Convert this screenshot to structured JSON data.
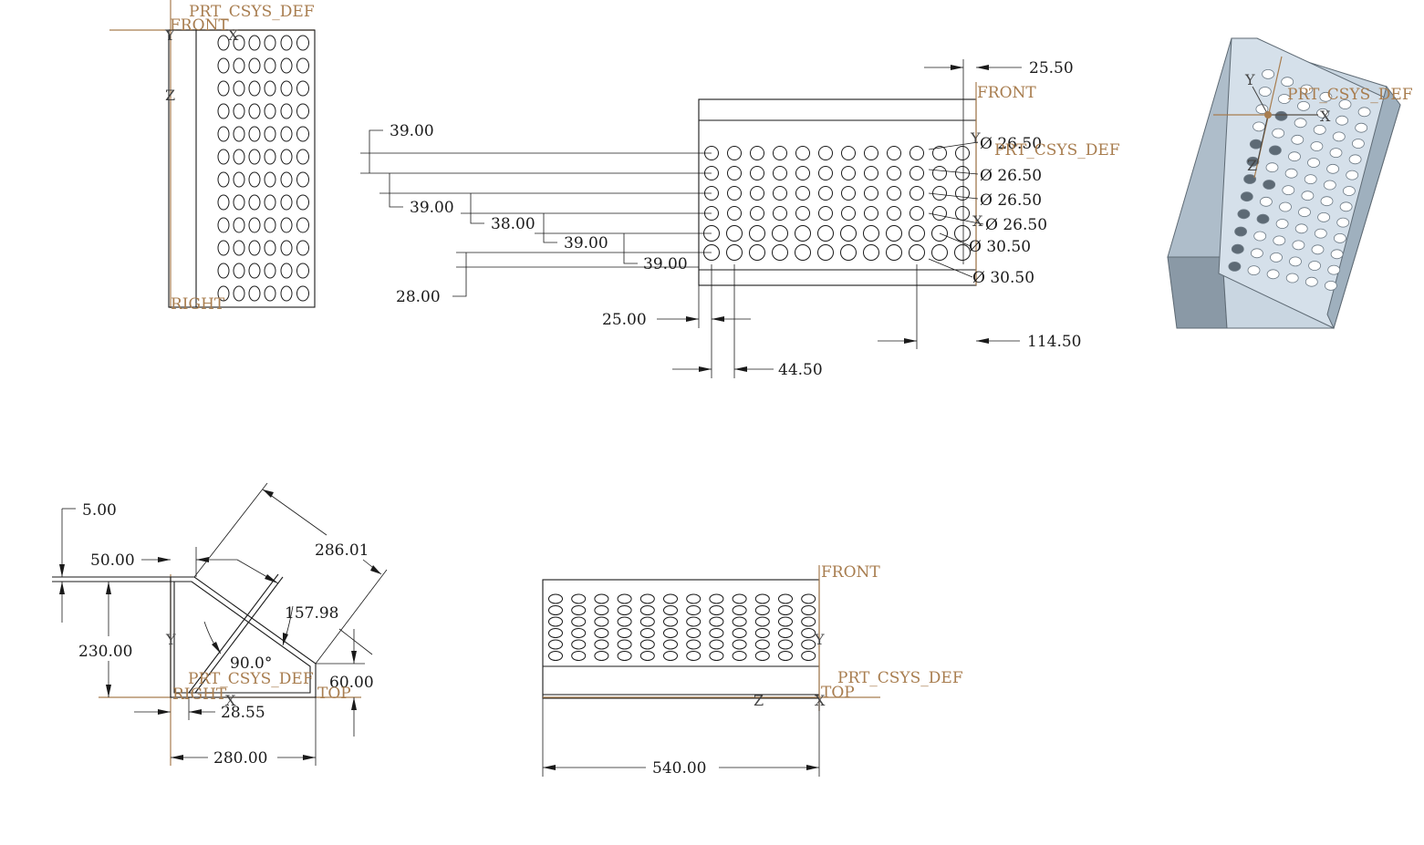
{
  "labels": {
    "csys": "PRT_CSYS_DEF",
    "front": "FRONT",
    "right": "RIGHT",
    "top": "TOP",
    "axis_x": "X",
    "axis_y": "Y",
    "axis_z": "Z"
  },
  "dimensions": {
    "front_spacing_1": "39.00",
    "front_spacing_2": "39.00",
    "front_spacing_3": "38.00",
    "front_spacing_4": "39.00",
    "front_spacing_5": "39.00",
    "front_edge_bottom": "28.00",
    "front_edge_left": "25.00",
    "front_pitch_x": "44.50",
    "front_edge_right": "25.50",
    "front_right_offset": "114.50",
    "hole_diameters": [
      "Ø 26.50",
      "Ø 26.50",
      "Ø 26.50",
      "Ø 26.50",
      "Ø 30.50",
      "Ø 30.50"
    ],
    "side_thickness": "5.00",
    "side_flange": "50.00",
    "side_height": "230.00",
    "side_slant": "286.01",
    "side_angle_obtuse": "157.98",
    "side_angle_right": "90.0°",
    "side_lip": "60.00",
    "side_inner": "28.55",
    "side_width": "280.00",
    "top_length": "540.00"
  },
  "colors": {
    "line": "#1a1a1a",
    "reference": "#a87d4f",
    "iso_face_light": "#d5e0ea",
    "iso_face_mid": "#aebdca",
    "iso_face_dark": "#8a99a6"
  }
}
